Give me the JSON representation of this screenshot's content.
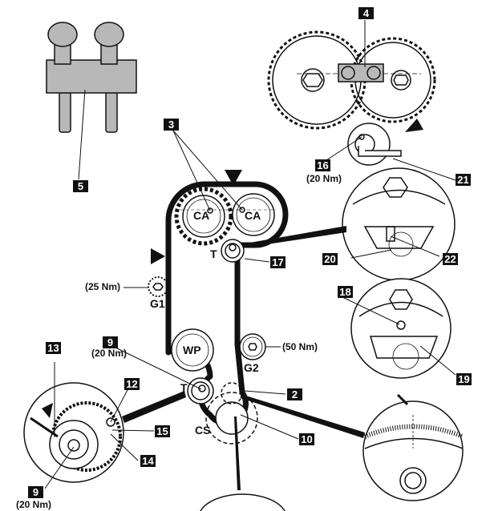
{
  "title": "Timing belt installation diagram",
  "components": {
    "camshaft_intake": "CA",
    "camshaft_exhaust": "CA",
    "water_pump": "WP",
    "tensioner_upper": "T",
    "tensioner_lower": "T",
    "idler_1": "G1",
    "idler_2": "G2",
    "crankshaft": "CS"
  },
  "torques": {
    "idler_1": "(25 Nm)",
    "idler_2": "(50 Nm)",
    "item_9_main": "(20 Nm)",
    "item_9_inset": "(20 Nm)",
    "item_16": "(20 Nm)"
  },
  "callouts": {
    "c2": "2",
    "c3": "3",
    "c4": "4",
    "c5": "5",
    "c9_main": "9",
    "c9_inset": "9",
    "c10": "10",
    "c12": "12",
    "c13": "13",
    "c14": "14",
    "c15": "15",
    "c16": "16",
    "c17": "17",
    "c18": "18",
    "c19": "19",
    "c20": "20",
    "c21": "21",
    "c22": "22"
  },
  "colors": {
    "line": "#111111",
    "tool_fill": "#b8b8b8",
    "background": "#ffffff"
  }
}
